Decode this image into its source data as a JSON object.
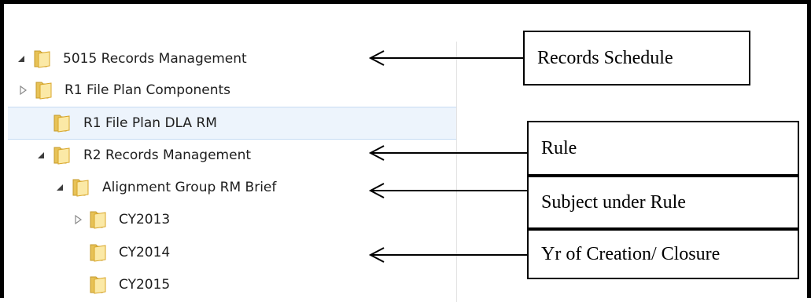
{
  "tree": {
    "items": [
      {
        "label": "5015 Records Management",
        "expander": "expanded-triangle-icon",
        "selected": false
      },
      {
        "label": "R1 File Plan Components",
        "expander": "collapsed-triangle-icon",
        "selected": false
      },
      {
        "label": "R1 File Plan DLA RM",
        "expander": "none",
        "selected": true
      },
      {
        "label": "R2 Records Management",
        "expander": "expanded-triangle-icon",
        "selected": false
      },
      {
        "label": "Alignment Group RM Brief",
        "expander": "expanded-triangle-icon",
        "selected": false
      },
      {
        "label": "CY2013",
        "expander": "collapsed-triangle-icon",
        "selected": false
      },
      {
        "label": "CY2014",
        "expander": "none",
        "selected": false
      },
      {
        "label": "CY2015",
        "expander": "none",
        "selected": false
      }
    ],
    "folder_icon": "folder-icon",
    "colors": {
      "folder_light": "#f8e6a0",
      "folder_dark": "#d9a628",
      "selection_fill": "#edf4fc",
      "selection_border": "#c7dcf3"
    }
  },
  "callouts": [
    {
      "label": "Records Schedule"
    },
    {
      "label": "Rule"
    },
    {
      "label": "Subject under Rule"
    },
    {
      "label": "Yr of Creation/ Closure"
    }
  ],
  "arrow_icon": "left-arrow-icon"
}
